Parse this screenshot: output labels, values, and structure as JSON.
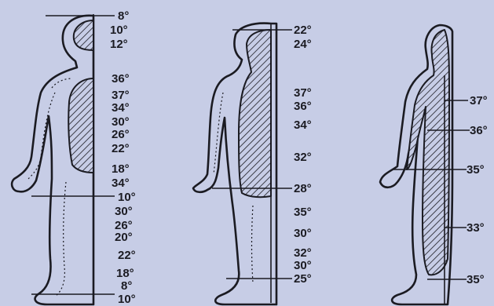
{
  "colors": {
    "paper": "#c7cde6",
    "ink": "#1b1b22"
  },
  "figures": [
    {
      "name": "left-figure",
      "labels": [
        "8°",
        "10°",
        "12°",
        "36°",
        "37°",
        "34°",
        "30°",
        "26°",
        "22°",
        "18°",
        "34°",
        "10°",
        "30°",
        "26°",
        "20°",
        "22°",
        "18°",
        "8°",
        "10°"
      ]
    },
    {
      "name": "middle-figure",
      "labels": [
        "22°",
        "24°",
        "37°",
        "36°",
        "34°",
        "32°",
        "28°",
        "35°",
        "30°",
        "32°",
        "30°",
        "25°"
      ]
    },
    {
      "name": "right-figure",
      "labels": [
        "37°",
        "36°",
        "35°",
        "33°",
        "35°"
      ]
    }
  ]
}
